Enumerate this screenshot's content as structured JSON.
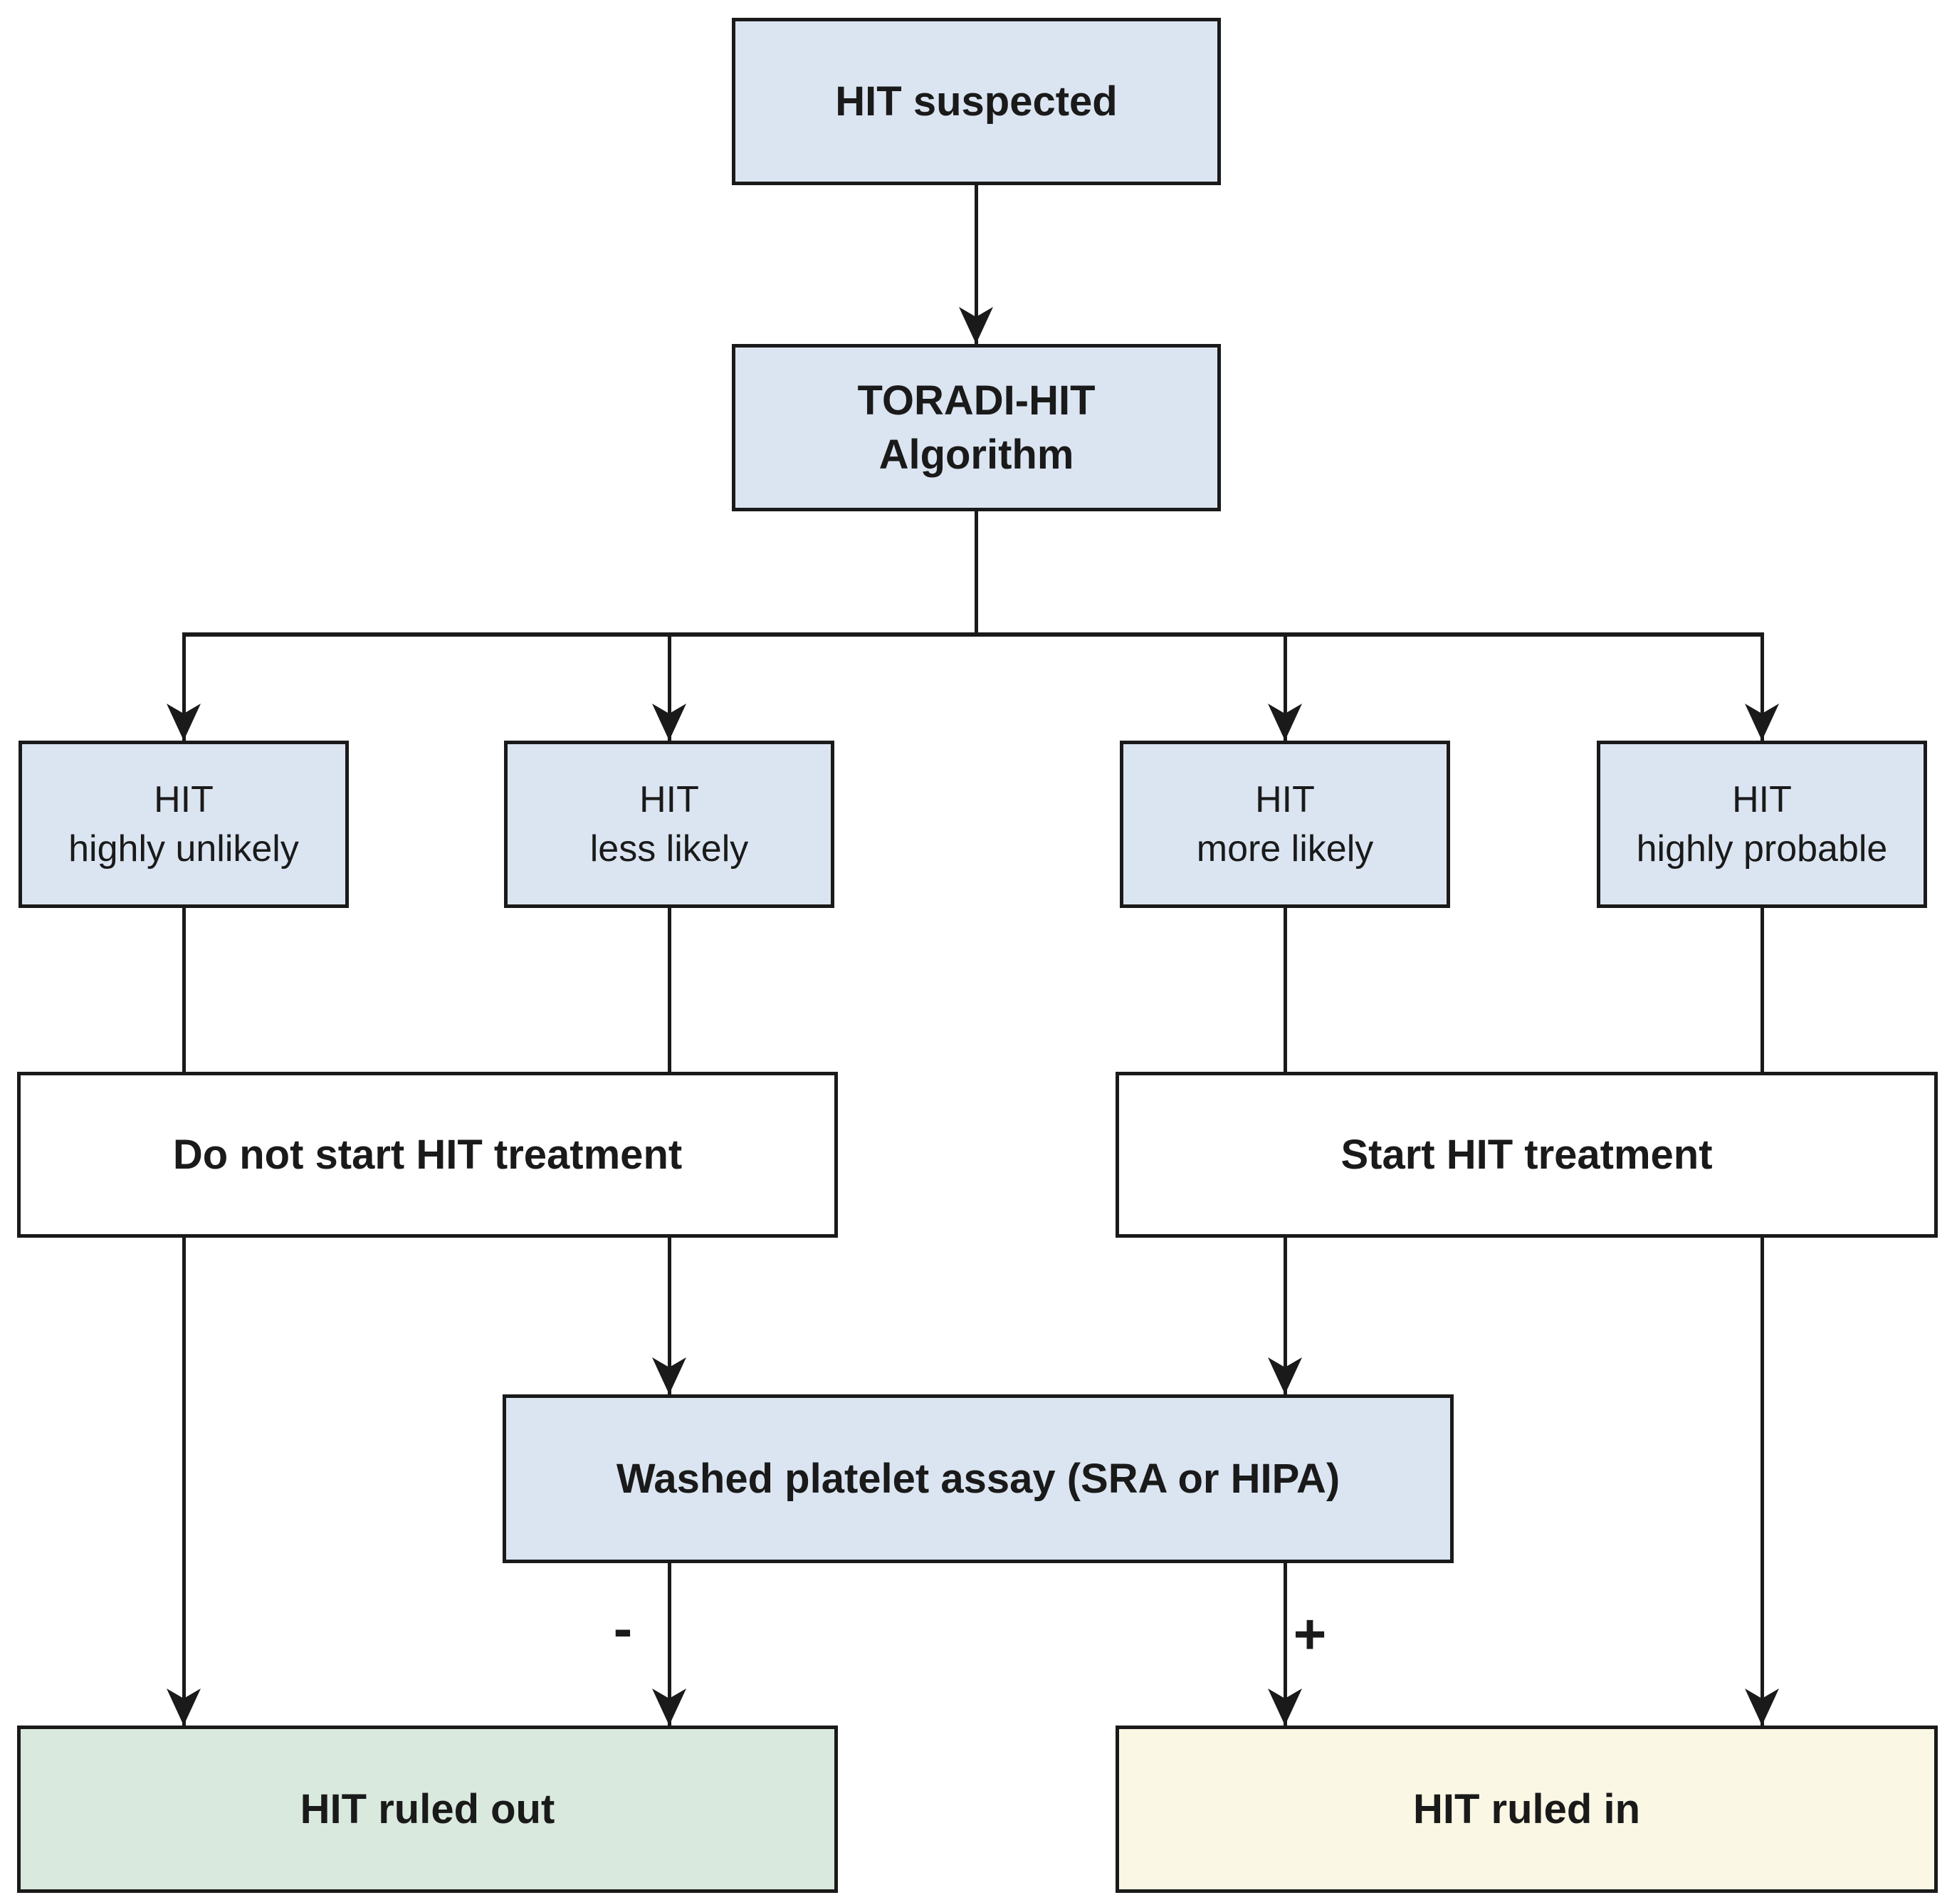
{
  "nodes": {
    "hit_suspected": {
      "label": "HIT suspected"
    },
    "algorithm": {
      "label": "TORADI-HIT\nAlgorithm"
    },
    "hit_highly_unlikely": {
      "label": "HIT\nhighly unlikely"
    },
    "hit_less_likely": {
      "label": "HIT\nless likely"
    },
    "hit_more_likely": {
      "label": "HIT\nmore likely"
    },
    "hit_highly_probable": {
      "label": "HIT\nhighly probable"
    },
    "do_not_start_treatment": {
      "label": "Do not start HIT treatment"
    },
    "start_treatment": {
      "label": "Start HIT treatment"
    },
    "washed_platelet_assay": {
      "label": "Washed platelet assay (SRA or HIPA)"
    },
    "hit_ruled_out": {
      "label": "HIT ruled out"
    },
    "hit_ruled_in": {
      "label": "HIT ruled in"
    }
  },
  "edge_labels": {
    "negative": "-",
    "positive": "+"
  },
  "edges": [
    {
      "from": "hit_suspected",
      "to": "algorithm"
    },
    {
      "from": "algorithm",
      "to": "hit_highly_unlikely"
    },
    {
      "from": "algorithm",
      "to": "hit_less_likely"
    },
    {
      "from": "algorithm",
      "to": "hit_more_likely"
    },
    {
      "from": "algorithm",
      "to": "hit_highly_probable"
    },
    {
      "from": "hit_highly_unlikely",
      "through": "do_not_start_treatment",
      "to": "hit_ruled_out"
    },
    {
      "from": "hit_less_likely",
      "through": "do_not_start_treatment",
      "to": "washed_platelet_assay"
    },
    {
      "from": "hit_more_likely",
      "through": "start_treatment",
      "to": "washed_platelet_assay"
    },
    {
      "from": "hit_highly_probable",
      "through": "start_treatment",
      "to": "hit_ruled_in"
    },
    {
      "from": "washed_platelet_assay",
      "to": "hit_ruled_out",
      "label": "-"
    },
    {
      "from": "washed_platelet_assay",
      "to": "hit_ruled_in",
      "label": "+"
    }
  ],
  "colors": {
    "box_blue": "#dbe5f1",
    "box_white": "#ffffff",
    "box_green": "#d9e9dd",
    "box_cream": "#faf7e4",
    "ink": "#1a1a1a",
    "background": "#ffffff"
  }
}
